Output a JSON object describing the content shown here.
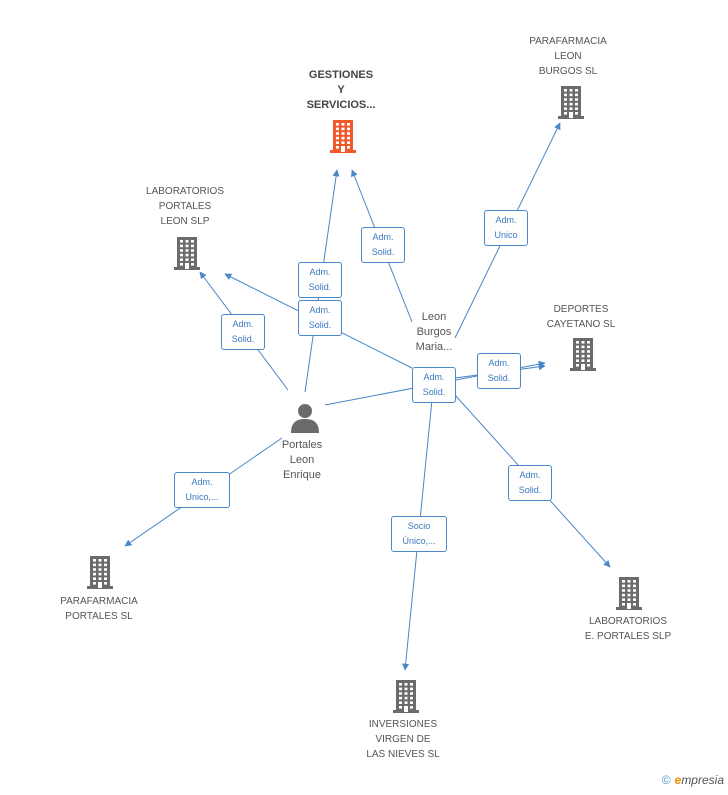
{
  "colors": {
    "edge": "#4a86c8",
    "building": "#6b6b6b",
    "main_building": "#f0592a",
    "person": "#6b6b6b"
  },
  "nodes": {
    "gestiones": {
      "lines": [
        "GESTIONES",
        "Y",
        "SERVICIOS..."
      ]
    },
    "parafarmacia_burgos": {
      "lines": [
        "PARAFARMACIA",
        "LEON",
        "BURGOS SL"
      ]
    },
    "laboratorios_portales": {
      "lines": [
        "LABORATORIOS",
        "PORTALES",
        "LEON  SLP"
      ]
    },
    "deportes": {
      "lines": [
        "DEPORTES",
        "CAYETANO SL"
      ]
    },
    "leon_burgos": {
      "lines": [
        "Leon",
        "Burgos",
        "Maria..."
      ]
    },
    "portales_leon": {
      "lines": [
        "Portales",
        "Leon",
        "Enrique"
      ]
    },
    "parafarmacia_portales": {
      "lines": [
        "PARAFARMACIA",
        "PORTALES SL"
      ]
    },
    "laboratorios_e": {
      "lines": [
        "LABORATORIOS",
        "E.  PORTALES SLP"
      ]
    },
    "inversiones": {
      "lines": [
        "INVERSIONES",
        "VIRGEN DE",
        "LAS NIEVES SL"
      ]
    }
  },
  "edge_labels": {
    "e1": [
      "Adm.",
      "Solid."
    ],
    "e2": [
      "Adm.",
      "Solid."
    ],
    "e3": [
      "Adm.",
      "Unico"
    ],
    "e4": [
      "Adm.",
      "Solid."
    ],
    "e5": [
      "Adm.",
      "Solid."
    ],
    "e6": [
      "Adm.",
      "Solid."
    ],
    "e7": [
      "Adm.",
      "Solid."
    ],
    "e8": [
      "Adm.",
      "Unico,..."
    ],
    "e9": [
      "Adm.",
      "Solid."
    ],
    "e10": [
      "Socio",
      "Único,..."
    ]
  },
  "footer": {
    "copyright": "©",
    "brand_initial": "e",
    "brand_rest": "mpresia"
  }
}
